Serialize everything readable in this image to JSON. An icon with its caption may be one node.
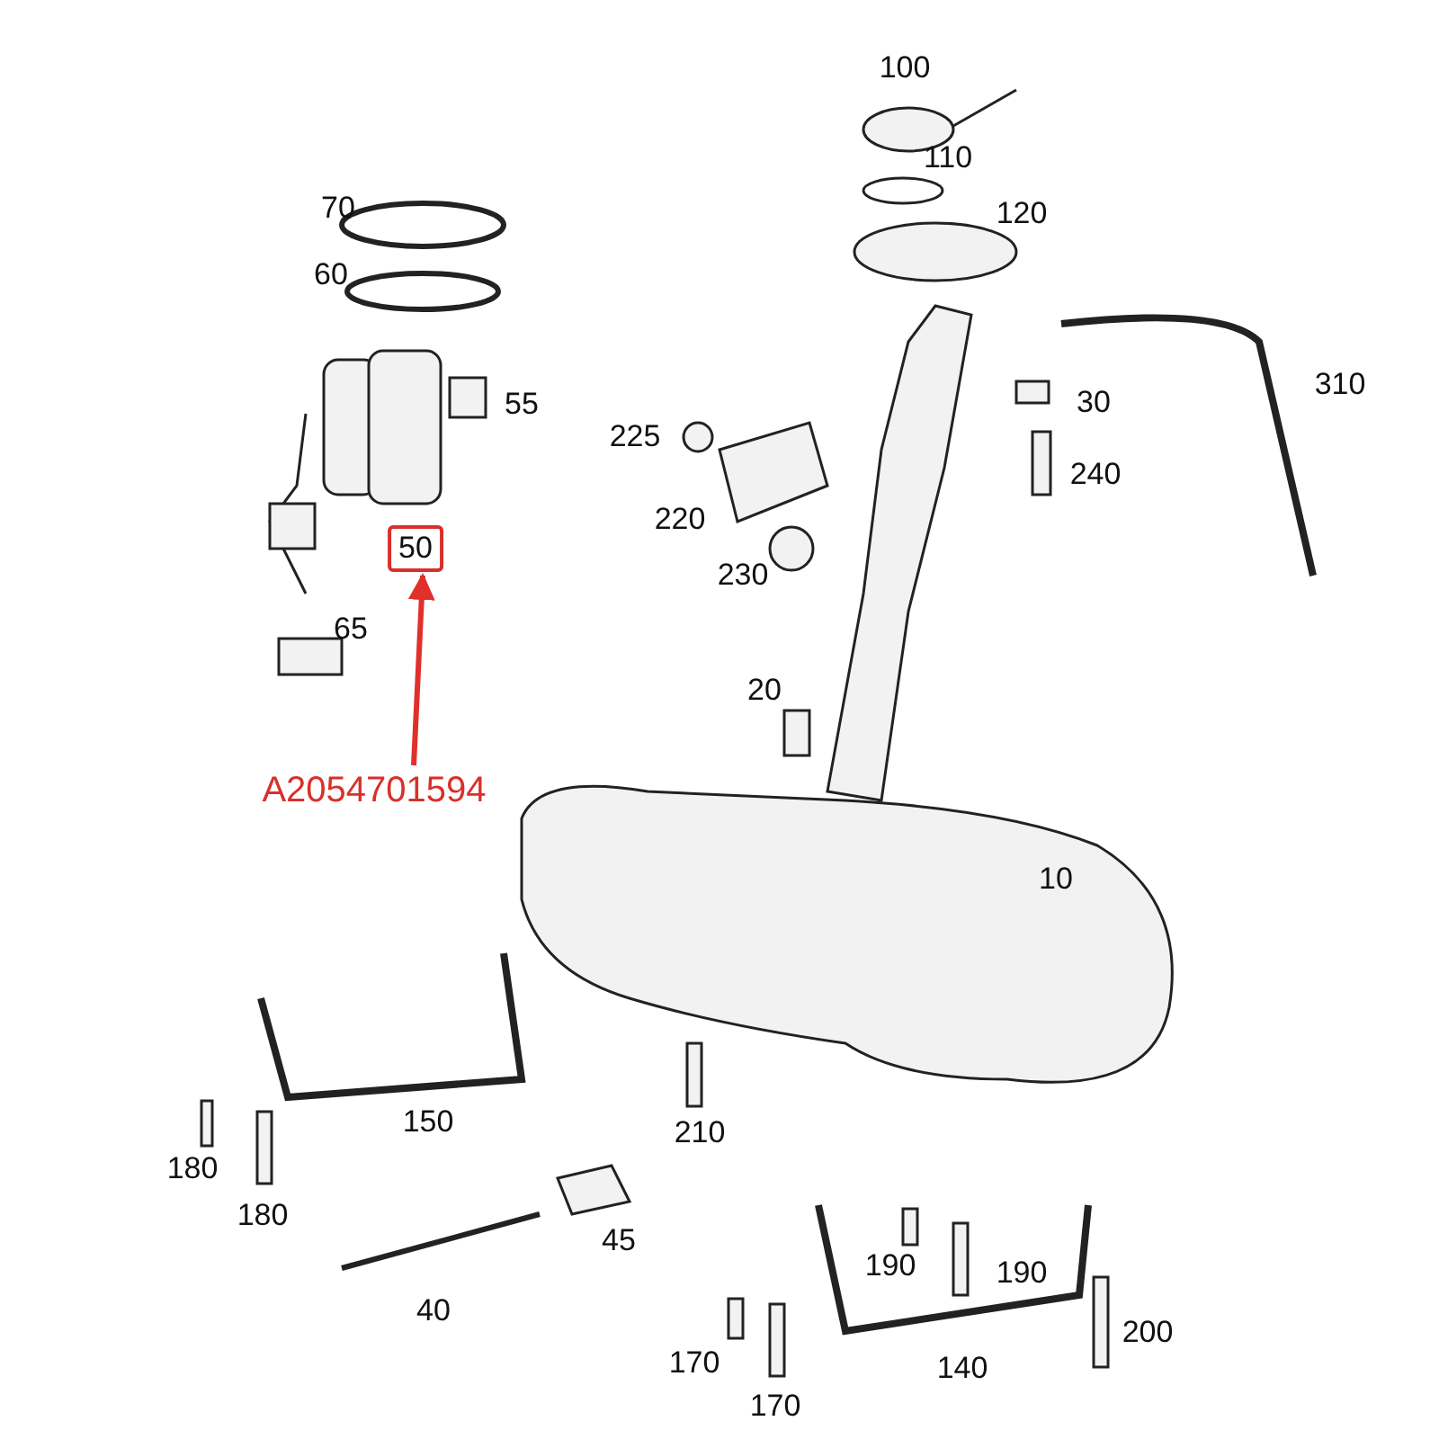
{
  "diagram": {
    "nodes": [
      {
        "text": [
          "A2054701594"
        ]
      },
      {
        "text": [
          "50"
        ]
      }
    ],
    "edges": [
      {
        "from": 0,
        "to": 1,
        "arrow": "to",
        "color": "#e0302a"
      }
    ],
    "labels": [
      "100",
      "70",
      "110",
      "120",
      "60",
      "55",
      "310",
      "30",
      "225",
      "240",
      "220",
      "230",
      "65",
      "20",
      "10",
      "150",
      "210",
      "180",
      "180",
      "45",
      "190",
      "190",
      "40",
      "200",
      "170",
      "140",
      "170"
    ]
  }
}
